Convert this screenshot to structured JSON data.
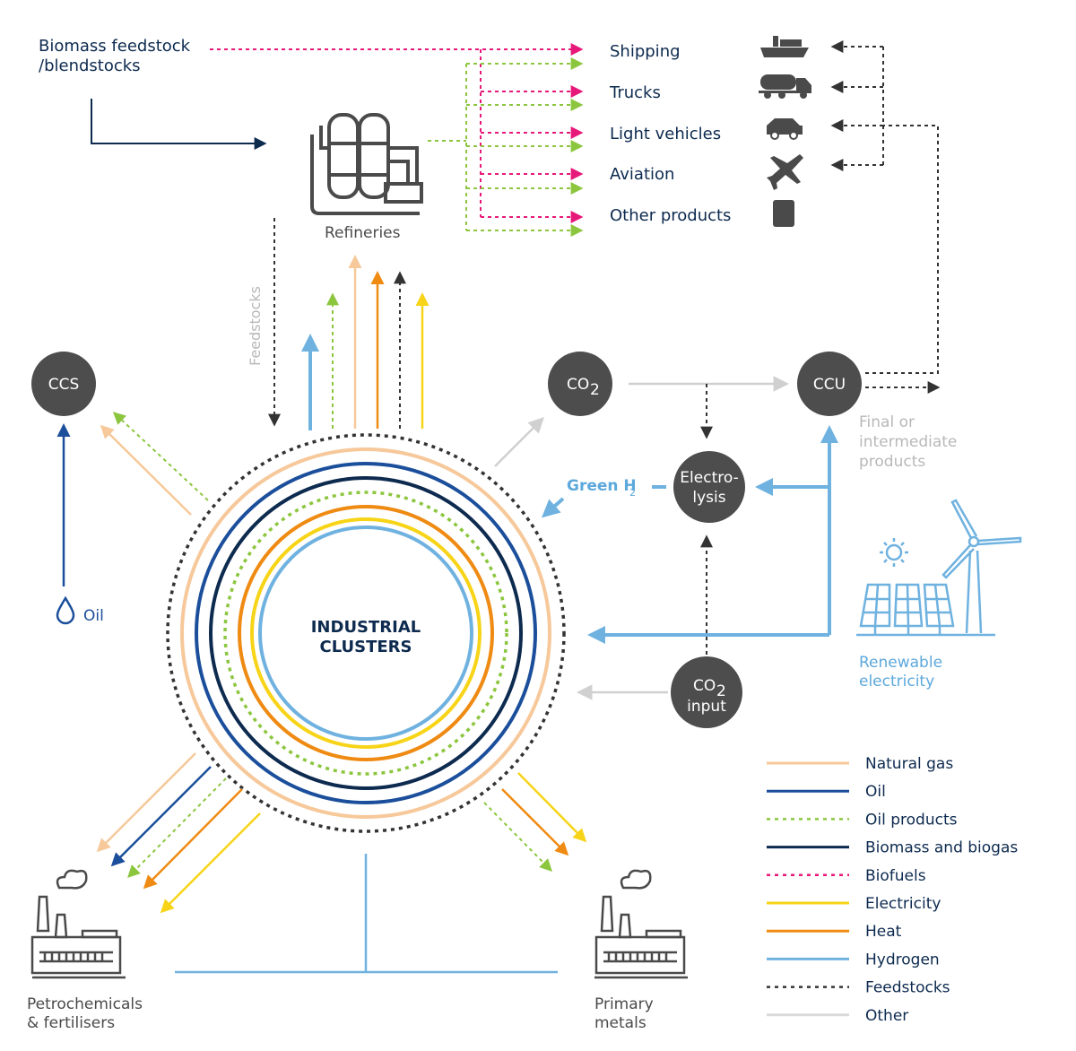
{
  "colors": {
    "natural_gas": "#f6c89a",
    "oil": "#1b4e9b",
    "oil_products": "#8cc63f",
    "biomass": "#0d2a4f",
    "biofuels": "#e6197a",
    "electricity": "#f7d417",
    "heat": "#ef8a12",
    "hydrogen": "#6fb2e0",
    "feedstocks": "#333333",
    "other": "#d9d9d9",
    "node": "#4d4d4d"
  },
  "top": {
    "biomass_label_1": "Biomass feedstock",
    "biomass_label_2": "/blendstocks",
    "refineries": "Refineries",
    "feedstocks": "Feedstocks"
  },
  "products": [
    {
      "label": "Shipping",
      "icon": "ship-icon"
    },
    {
      "label": "Trucks",
      "icon": "truck-icon"
    },
    {
      "label": "Light vehicles",
      "icon": "car-icon"
    },
    {
      "label": "Aviation",
      "icon": "airplane-icon"
    },
    {
      "label": "Other products",
      "icon": "barrel-icon"
    }
  ],
  "nodes": {
    "ccs": "CCS",
    "co2": "CO",
    "co2_sub": "2",
    "ccu": "CCU",
    "electrolysis_1": "Electro-",
    "electrolysis_2": "lysis",
    "co2_input_1": "CO",
    "co2_input_sub": "2",
    "co2_input_2": "input"
  },
  "labels": {
    "final_1": "Final or",
    "final_2": "intermediate",
    "final_3": "products",
    "green_h2": "Green H",
    "green_h2_sub": "2",
    "renewable_1": "Renewable",
    "renewable_2": "electricity",
    "oil": "Oil",
    "cluster_1": "INDUSTRIAL",
    "cluster_2": "CLUSTERS",
    "petro_1": "Petrochemicals",
    "petro_2": "& fertilisers",
    "metals_1": "Primary",
    "metals_2": "metals"
  },
  "legend": [
    {
      "label": "Natural gas",
      "key": "natural_gas",
      "dashed": false
    },
    {
      "label": "Oil",
      "key": "oil",
      "dashed": false
    },
    {
      "label": "Oil products",
      "key": "oil_products",
      "dashed": true
    },
    {
      "label": "Biomass and biogas",
      "key": "biomass",
      "dashed": false
    },
    {
      "label": "Biofuels",
      "key": "biofuels",
      "dashed": true
    },
    {
      "label": "Electricity",
      "key": "electricity",
      "dashed": false
    },
    {
      "label": "Heat",
      "key": "heat",
      "dashed": false
    },
    {
      "label": "Hydrogen",
      "key": "hydrogen",
      "dashed": false
    },
    {
      "label": "Feedstocks",
      "key": "feedstocks",
      "dashed": true
    },
    {
      "label": "Other",
      "key": "other",
      "dashed": false
    }
  ]
}
